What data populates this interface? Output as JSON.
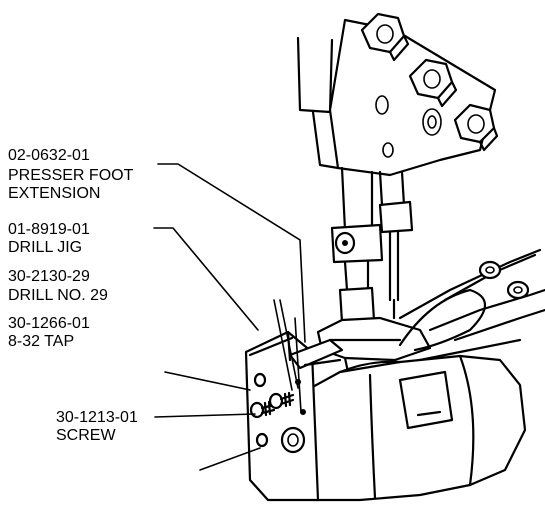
{
  "callouts": {
    "presser_foot_extension": {
      "part_no": "02-0632-01",
      "line1": "PRESSER FOOT",
      "line2": "EXTENSION"
    },
    "drill_jig": {
      "part_no": "01-8919-01",
      "name": "DRILL JIG"
    },
    "drill": {
      "part_no": "30-2130-29",
      "name": "DRILL NO. 29"
    },
    "tap": {
      "part_no": "30-1266-01",
      "name": "8-32 TAP"
    },
    "screw": {
      "part_no": "30-1213-01",
      "name": "SCREW"
    }
  },
  "icons": [
    "hex-nut-icon",
    "screw-icon",
    "presser-foot-icon",
    "drill-jig-icon"
  ]
}
